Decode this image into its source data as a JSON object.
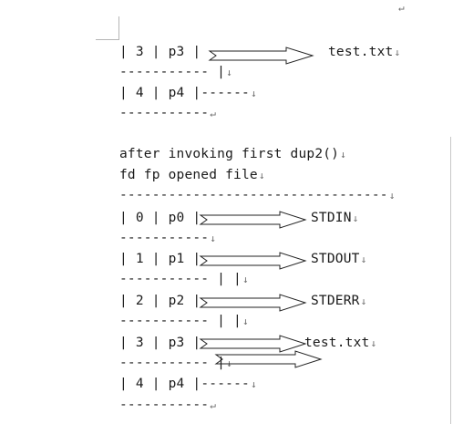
{
  "marks": {
    "paragraph": "↵",
    "line_break": "↓"
  },
  "section_before": {
    "rows": [
      {
        "fd": "3",
        "fp": "p3",
        "target": "test.txt"
      },
      {
        "fd": "4",
        "fp": "p4",
        "tail": "------"
      }
    ],
    "separators": [
      "-----------",
      "-----------"
    ],
    "separator_extra": "|"
  },
  "section_after": {
    "heading": "after invoking first dup2()",
    "columns": "fd fp opened file",
    "rule": "---------------------------------",
    "rows": [
      {
        "fd": "0",
        "fp": "p0",
        "target": "STDIN"
      },
      {
        "fd": "1",
        "fp": "p1",
        "target": "STDOUT"
      },
      {
        "fd": "2",
        "fp": "p2",
        "target": "STDERR"
      },
      {
        "fd": "3",
        "fp": "p3",
        "target": "test.txt"
      },
      {
        "fd": "4",
        "fp": "p4",
        "tail": "------"
      }
    ],
    "separators": [
      "-----------",
      "-----------",
      "-----------",
      "-----------",
      "-----------"
    ],
    "separator_extras": [
      "",
      "| |",
      "| |",
      "|",
      ""
    ]
  }
}
